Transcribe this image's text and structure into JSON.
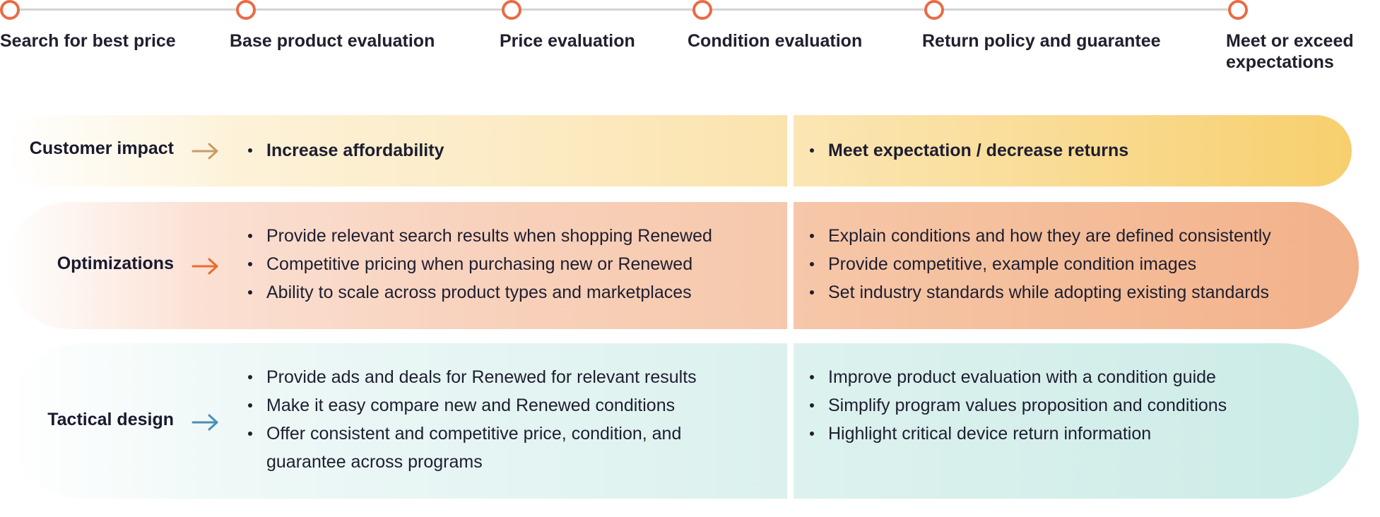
{
  "journey": {
    "steps": [
      {
        "label": "Search for best price"
      },
      {
        "label": "Base product  evaluation"
      },
      {
        "label": "Price evaluation"
      },
      {
        "label": "Condition evaluation"
      },
      {
        "label": "Return policy and guarantee"
      },
      {
        "label": "Meet or exceed\nexpectations"
      }
    ],
    "colors": {
      "dot": "#ea6b45",
      "line": "#d3d3d3"
    }
  },
  "rows": [
    {
      "label": "Customer impact",
      "arrow_color": "#c89b6a",
      "left": [
        "Increase affordability"
      ],
      "right": [
        "Meet expectation / decrease returns"
      ]
    },
    {
      "label": "Optimizations",
      "arrow_color": "#ec6a2f",
      "left": [
        "Provide relevant search results when shopping Renewed",
        "Competitive pricing when  purchasing new or Renewed",
        "Ability to scale across product types and marketplaces"
      ],
      "right": [
        "Explain conditions and how they are defined consistently",
        "Provide competitive, example condition images",
        "Set industry standards while adopting existing standards"
      ]
    },
    {
      "label": "Tactical design",
      "arrow_color": "#4a8fb5",
      "left": [
        "Provide ads and deals for Renewed for relevant results",
        "Make it easy compare new and Renewed conditions",
        "Offer consistent and competitive price, condition, and guarantee across programs"
      ],
      "right": [
        "Improve product evaluation with a condition guide",
        "Simplify program values proposition and conditions",
        "Highlight critical  device return information"
      ]
    }
  ]
}
